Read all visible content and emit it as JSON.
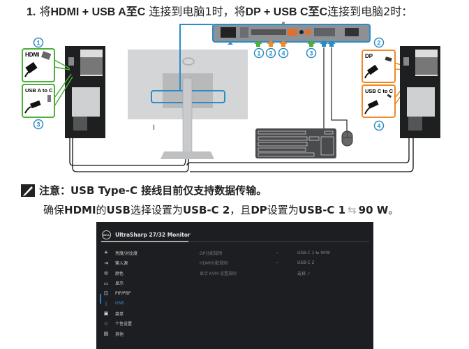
{
  "title": {
    "num": "1.",
    "p1": "将",
    "p2": "HDMI + USB A至C",
    "p3": " 连接到电脑1时，将",
    "p4": "DP + USB C至C",
    "p5": "连接到电脑2时："
  },
  "diagram": {
    "callout_hdmi": "HDMI",
    "callout_usb_a_c": "USB A to C",
    "callout_dp": "DP",
    "callout_usb_c_c": "USB C to C",
    "markers": [
      "1",
      "2",
      "3",
      "4"
    ],
    "colors": {
      "blue": "#2a8cc4",
      "green": "#4caf3a",
      "orange": "#f08a24"
    }
  },
  "note": {
    "icon": "pencil-note-icon",
    "text": "注意：USB Type-C 接线目前仅支持数据传输。",
    "line2_a": "确保",
    "line2_b": "HDMI",
    "line2_c": "的",
    "line2_d": "USB",
    "line2_e": "选择设置为",
    "line2_f": "USB-C 2",
    "line2_g": "，且",
    "line2_h": "DP",
    "line2_i": "设置为",
    "line2_j": "USB-C 1",
    "line2_plug": "power-plug-icon",
    "line2_k": " 90 W",
    "line2_l": "。"
  },
  "osd": {
    "title": "UltraSharp 27/32 Monitor",
    "menu": [
      {
        "icon": "brightness-icon",
        "label": "亮度/对比度"
      },
      {
        "icon": "input-source-icon",
        "label": "输入源"
      },
      {
        "icon": "color-icon",
        "label": "颜色"
      },
      {
        "icon": "display-icon",
        "label": "显示"
      },
      {
        "icon": "pip-icon",
        "label": "PIP/PBP"
      },
      {
        "icon": "usb-icon",
        "label": "USB"
      },
      {
        "icon": "menu-icon",
        "label": "菜单"
      },
      {
        "icon": "star-icon",
        "label": "个性设置"
      },
      {
        "icon": "other-icon",
        "label": "其他"
      }
    ],
    "selected": "USB",
    "options": [
      {
        "label": "DP分配规则",
        "arrow": "›",
        "value": "USB-C 1 ⇆ 90W"
      },
      {
        "label": "HDMI分配规则",
        "arrow": "›",
        "value": "USB-C 2"
      },
      {
        "label": "显示 KVM 设置规则",
        "arrow": "",
        "value": "选择 ✓"
      }
    ]
  }
}
